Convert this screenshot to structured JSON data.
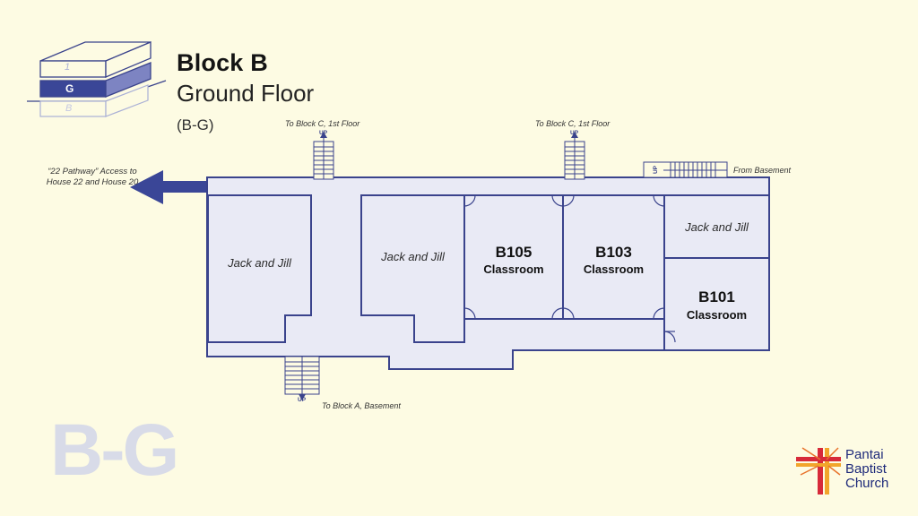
{
  "header": {
    "title": "Block B",
    "subtitle": "Ground Floor",
    "code": "(B-G)"
  },
  "floor_indicator": {
    "upper": "1",
    "current": "G",
    "lower": "B"
  },
  "watermark": "B-G",
  "pathway_note": "“22 Pathway” Access to House 22 and House 20",
  "stair_notes": {
    "left_top": "To Block C, 1st Floor",
    "right_top": "To Block C, 1st Floor",
    "basement_entry": "From Basement",
    "bottom": "To Block A, Basement",
    "up_label": "UP"
  },
  "rooms": {
    "jj_left": "Jack and Jill",
    "jj_mid": "Jack and Jill",
    "jj_right": "Jack and Jill",
    "b105_code": "B105",
    "b105_type": "Classroom",
    "b103_code": "B103",
    "b103_type": "Classroom",
    "b101_code": "B101",
    "b101_type": "Classroom"
  },
  "logo": {
    "line1": "Pantai",
    "line2": "Baptist",
    "line3": "Church"
  },
  "colors": {
    "background": "#fdfbe3",
    "wall": "#3a438c",
    "floor": "#e9eaf5",
    "accent": "#3a4697",
    "watermark": "#d8dbe8"
  }
}
